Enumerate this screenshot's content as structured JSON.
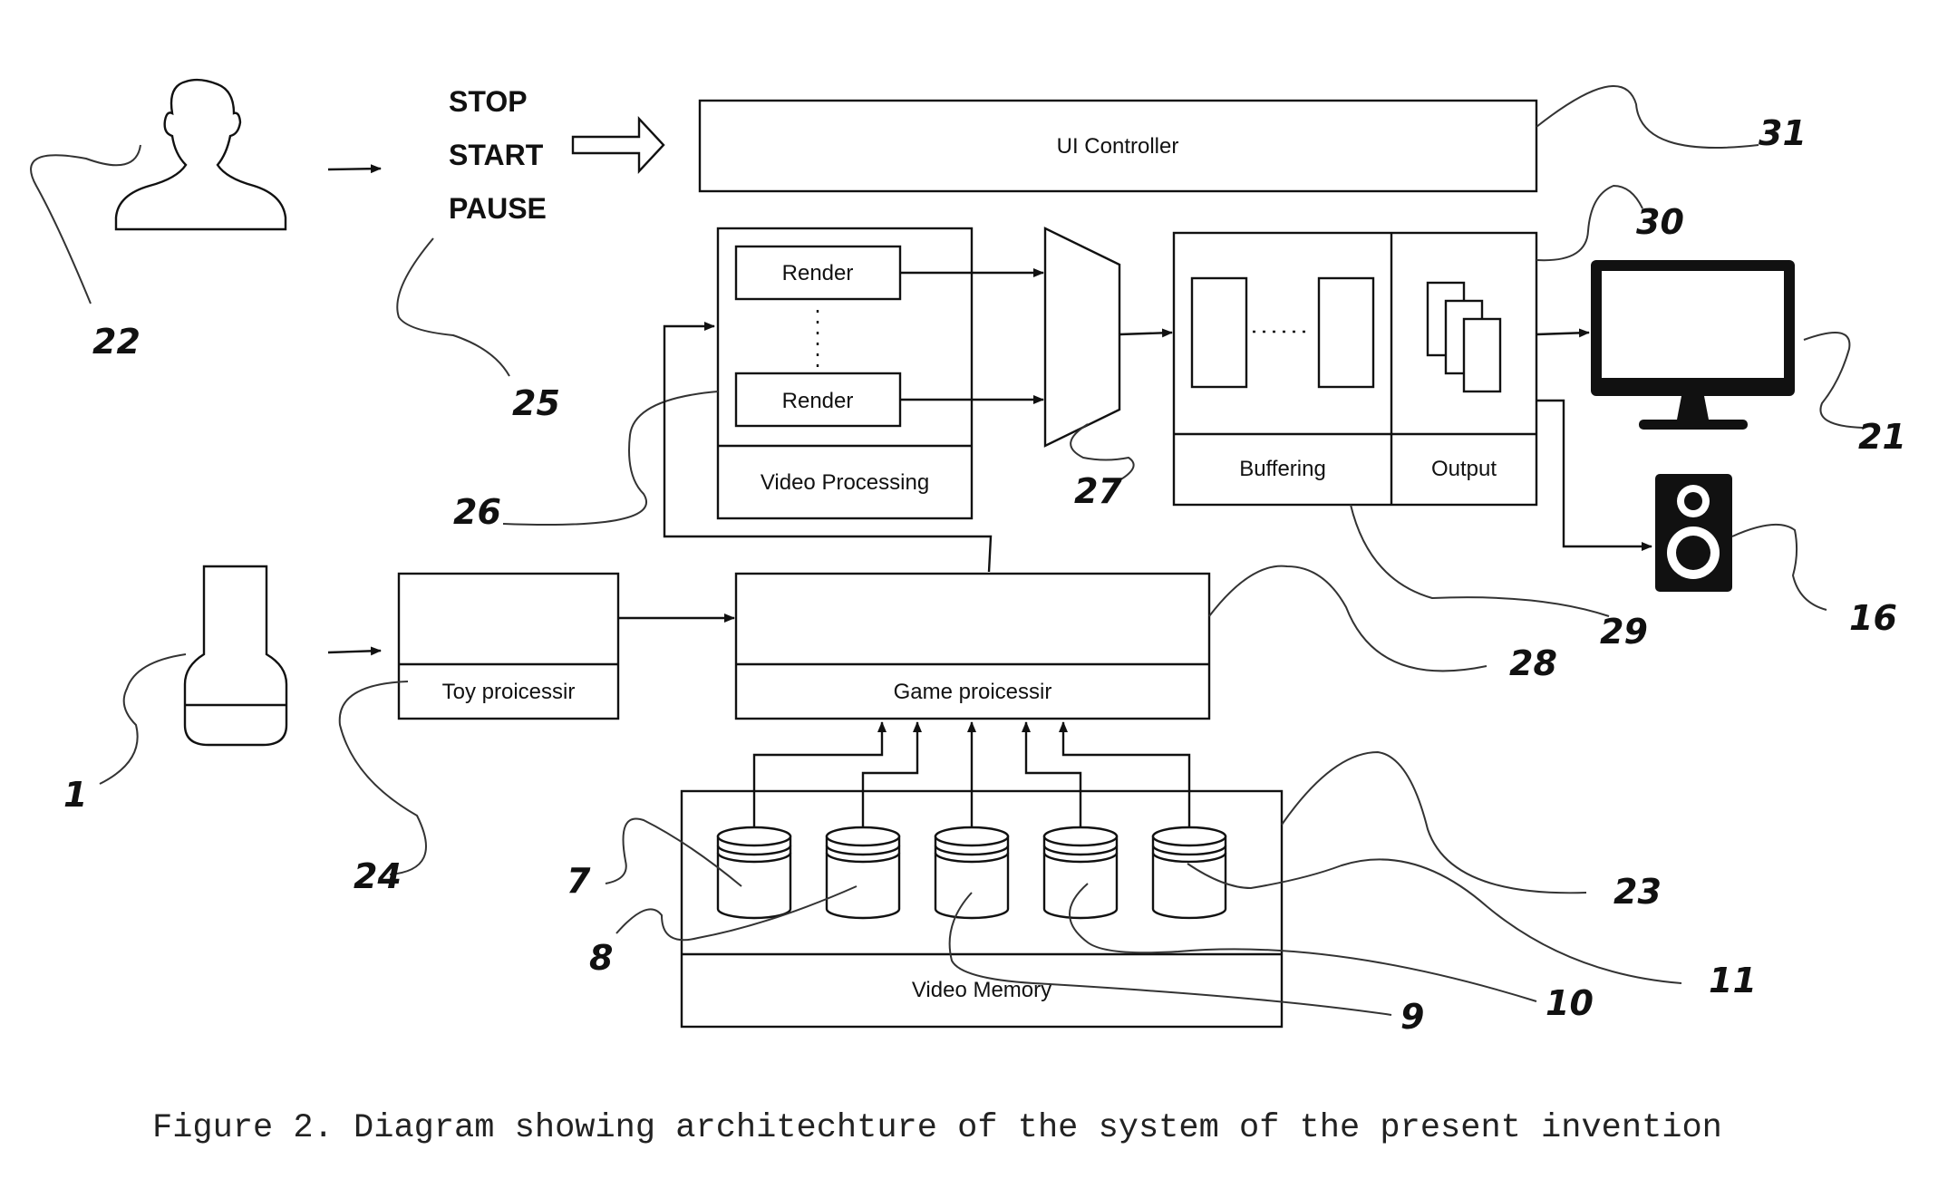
{
  "commands": [
    "STOP",
    "START",
    "PAUSE"
  ],
  "blocks": {
    "ui_controller": "UI Controller",
    "render_top": "Render",
    "render_bottom": "Render",
    "video_processing": "Video Processing",
    "buffering": "Buffering",
    "output": "Output",
    "toy_processor": "Toy proicessir",
    "game_processor": "Game proicessir",
    "video_memory": "Video Memory"
  },
  "reference_numbers": {
    "user": "22",
    "commands": "25",
    "ui_controller": "31",
    "output": "30",
    "monitor": "21",
    "speaker": "16",
    "render": "26",
    "multiplexer": "27",
    "buffering": "29",
    "game_processor": "28",
    "toy": "1",
    "toy_processor": "24",
    "memory_7": "7",
    "memory_8": "8",
    "memory_9": "9",
    "memory_10": "10",
    "memory_11": "11",
    "video_memory": "23"
  },
  "caption": "Figure 2. Diagram showing architechture of the system of the present invention",
  "colors": {
    "line": "#111111",
    "background": "#ffffff"
  }
}
